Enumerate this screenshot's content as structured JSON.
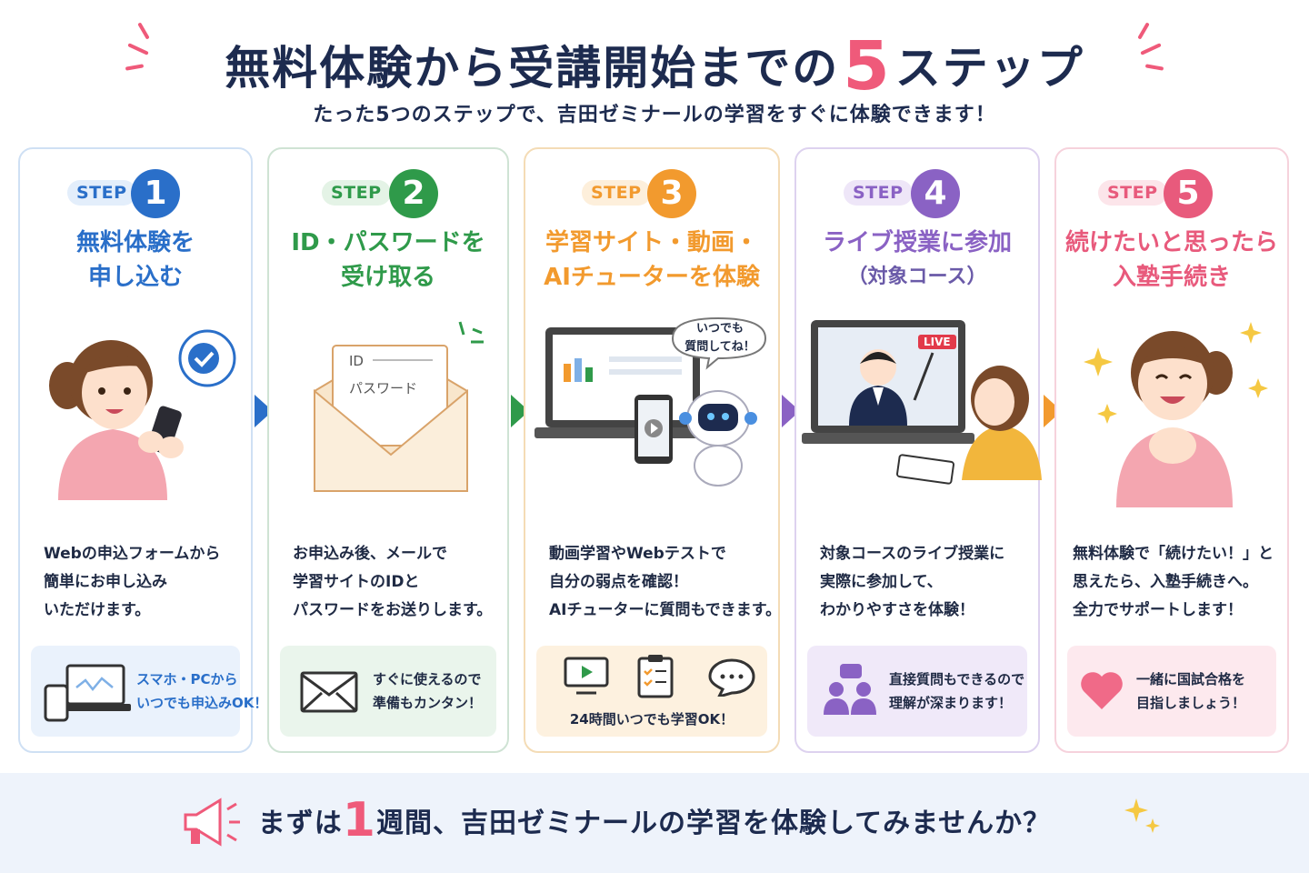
{
  "header": {
    "title_pre": "無料体験から受講開始までの",
    "title_num": "5",
    "title_post": "ステップ",
    "subtitle": "たった5つのステップで、吉田ゼミナールの学習をすぐに体験できます！"
  },
  "colors": {
    "accent_pink": "#ef5a7a",
    "step1": "#2a6fc9",
    "step2": "#2f9a4a",
    "step3": "#f29a2e",
    "step4": "#8a62c4",
    "step5": "#e85a7c"
  },
  "steps": [
    {
      "label": "STEP",
      "number": "1",
      "title_line1": "無料体験を",
      "title_line2": "申し込む",
      "desc": [
        "Webの申込フォームから",
        "簡単にお申し込み",
        "いただけます。"
      ],
      "note": [
        "スマホ・PCから",
        "いつでも申込みOK！"
      ],
      "icons": [
        "woman-smartphone-icon",
        "check-bubble-icon",
        "laptop-phone-icon"
      ]
    },
    {
      "label": "STEP",
      "number": "2",
      "title_line1": "ID・パスワードを",
      "title_line2": "受け取る",
      "illus_id": "ID",
      "illus_password": "パスワード",
      "desc": [
        "お申込み後、メールで",
        "学習サイトのIDと",
        "パスワードをお送りします。"
      ],
      "note": [
        "すぐに使えるので",
        "準備もカンタン！"
      ],
      "icons": [
        "envelope-letter-icon",
        "mail-icon"
      ]
    },
    {
      "label": "STEP",
      "number": "3",
      "title_line1": "学習サイト・動画・",
      "title_line2": "AIチューターを体験",
      "bubble": [
        "いつでも",
        "質問してね！"
      ],
      "desc": [
        "動画学習やWebテストで",
        "自分の弱点を確認！",
        "AIチューターに質問もできます。"
      ],
      "note": [
        "24時間いつでも学習OK！"
      ],
      "icons": [
        "laptop-robot-icon",
        "video-icon",
        "clipboard-icon",
        "chat-icon"
      ]
    },
    {
      "label": "STEP",
      "number": "4",
      "title_line1": "ライブ授業に参加",
      "title_line2": "（対象コース）",
      "live": "LIVE",
      "desc": [
        "対象コースのライブ授業に",
        "実際に参加して、",
        "わかりやすさを体験！"
      ],
      "note": [
        "直接質問もできるので",
        "理解が深まります！"
      ],
      "icons": [
        "live-lesson-icon",
        "people-chat-icon"
      ]
    },
    {
      "label": "STEP",
      "number": "5",
      "title_line1": "続けたいと思ったら",
      "title_line2": "入塾手続き",
      "desc": [
        "無料体験で「続けたい！」と",
        "思えたら、入塾手続きへ。",
        "全力でサポートします！"
      ],
      "note": [
        "一緒に国試合格を",
        "目指しましょう！"
      ],
      "icons": [
        "happy-woman-icon",
        "heart-icon"
      ]
    }
  ],
  "footer": {
    "pre": "まずは",
    "num": "1",
    "post": "週間、吉田ゼミナールの学習を体験してみませんか？",
    "icons": [
      "megaphone-icon",
      "sparkle-icon"
    ]
  }
}
